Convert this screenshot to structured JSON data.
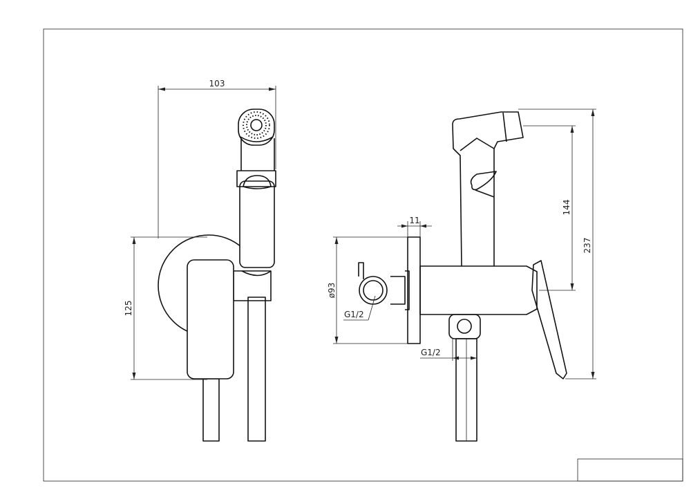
{
  "drawing": {
    "front_view": {
      "width_dim": "103",
      "height_dim": "125"
    },
    "side_view": {
      "plate_thickness_dim": "11",
      "plate_diameter_dim": "ø93",
      "inlet_thread_dim": "G1/2",
      "outlet_thread_dim": "G1/2",
      "handset_height_dim": "144",
      "overall_height_dim": "237"
    }
  }
}
